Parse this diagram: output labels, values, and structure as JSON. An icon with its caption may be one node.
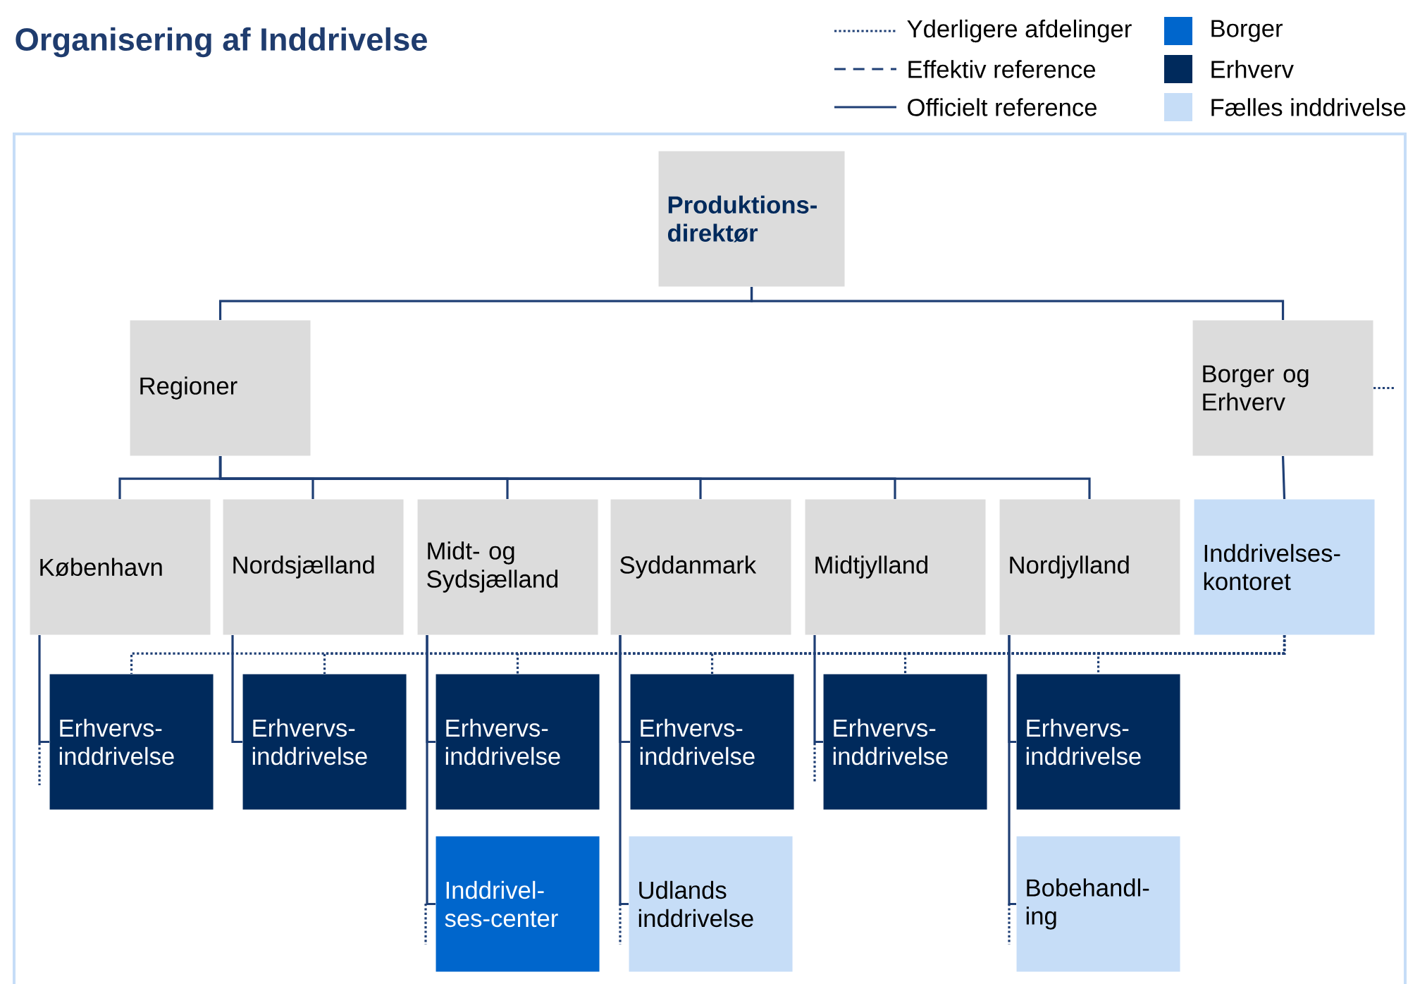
{
  "diagram": {
    "title": "Organisering af Inddrivelse",
    "nodes": [
      {
        "text": [
          "Produktions-direktør"
        ]
      },
      {
        "text": [
          "Regioner"
        ]
      },
      {
        "text": [
          "Borger og Erhverv"
        ]
      },
      {
        "text": [
          "København"
        ]
      },
      {
        "text": [
          "Nordsjælland"
        ]
      },
      {
        "text": [
          "Midt- og Sydsjælland"
        ]
      },
      {
        "text": [
          "Syddanmark"
        ]
      },
      {
        "text": [
          "Midtjylland"
        ]
      },
      {
        "text": [
          "Nordjylland"
        ]
      },
      {
        "text": [
          "Inddrivelses-kontoret"
        ]
      },
      {
        "text": [
          "Erhvervs-inddrivelse"
        ]
      },
      {
        "text": [
          "Erhvervs-inddrivelse"
        ]
      },
      {
        "text": [
          "Erhvervs-inddrivelse"
        ]
      },
      {
        "text": [
          "Erhvervs-inddrivelse"
        ]
      },
      {
        "text": [
          "Erhvervs-inddrivelse"
        ]
      },
      {
        "text": [
          "Erhvervs-inddrivelse"
        ]
      },
      {
        "text": [
          "Inddrivel-ses-center"
        ]
      },
      {
        "text": [
          "Udlands inddrivelse"
        ]
      },
      {
        "text": [
          "Bobehandl-ing"
        ]
      }
    ],
    "edges": [
      {
        "from": 0,
        "to": 1,
        "arrow": "none"
      },
      {
        "from": 0,
        "to": 2,
        "arrow": "none"
      },
      {
        "from": 1,
        "to": 3,
        "arrow": "none"
      },
      {
        "from": 1,
        "to": 4,
        "arrow": "none"
      },
      {
        "from": 1,
        "to": 5,
        "arrow": "none"
      },
      {
        "from": 1,
        "to": 6,
        "arrow": "none"
      },
      {
        "from": 1,
        "to": 7,
        "arrow": "none"
      },
      {
        "from": 1,
        "to": 8,
        "arrow": "none"
      },
      {
        "from": 2,
        "to": 9,
        "arrow": "none"
      },
      {
        "from": 3,
        "to": 10,
        "arrow": "none"
      },
      {
        "from": 4,
        "to": 11,
        "arrow": "none"
      },
      {
        "from": 5,
        "to": 12,
        "arrow": "none"
      },
      {
        "from": 5,
        "to": 16,
        "arrow": "none"
      },
      {
        "from": 6,
        "to": 13,
        "arrow": "none"
      },
      {
        "from": 6,
        "to": 17,
        "arrow": "none"
      },
      {
        "from": 7,
        "to": 14,
        "arrow": "none"
      },
      {
        "from": 8,
        "to": 15,
        "arrow": "none"
      },
      {
        "from": 8,
        "to": 18,
        "arrow": "none"
      },
      {
        "from": 9,
        "to": 10,
        "arrow": "none",
        "style": "dashed"
      },
      {
        "from": 9,
        "to": 11,
        "arrow": "none",
        "style": "dashed"
      },
      {
        "from": 9,
        "to": 12,
        "arrow": "none",
        "style": "dashed"
      },
      {
        "from": 9,
        "to": 13,
        "arrow": "none",
        "style": "dashed"
      },
      {
        "from": 9,
        "to": 14,
        "arrow": "none",
        "style": "dashed"
      },
      {
        "from": 9,
        "to": 15,
        "arrow": "none",
        "style": "dashed"
      },
      {
        "from": 2,
        "to": null,
        "arrow": "none",
        "style": "dashed"
      }
    ],
    "legend": [
      {
        "text": "Yderligere afdelinger"
      },
      {
        "text": "Effektiv reference"
      },
      {
        "text": "Officielt reference"
      },
      {
        "text": "Borger",
        "color": "#0066cc"
      },
      {
        "text": "Erhverv",
        "color": "#002a5c"
      },
      {
        "text": "Fælles inddrivelse",
        "color": "#c6ddf7"
      }
    ]
  }
}
